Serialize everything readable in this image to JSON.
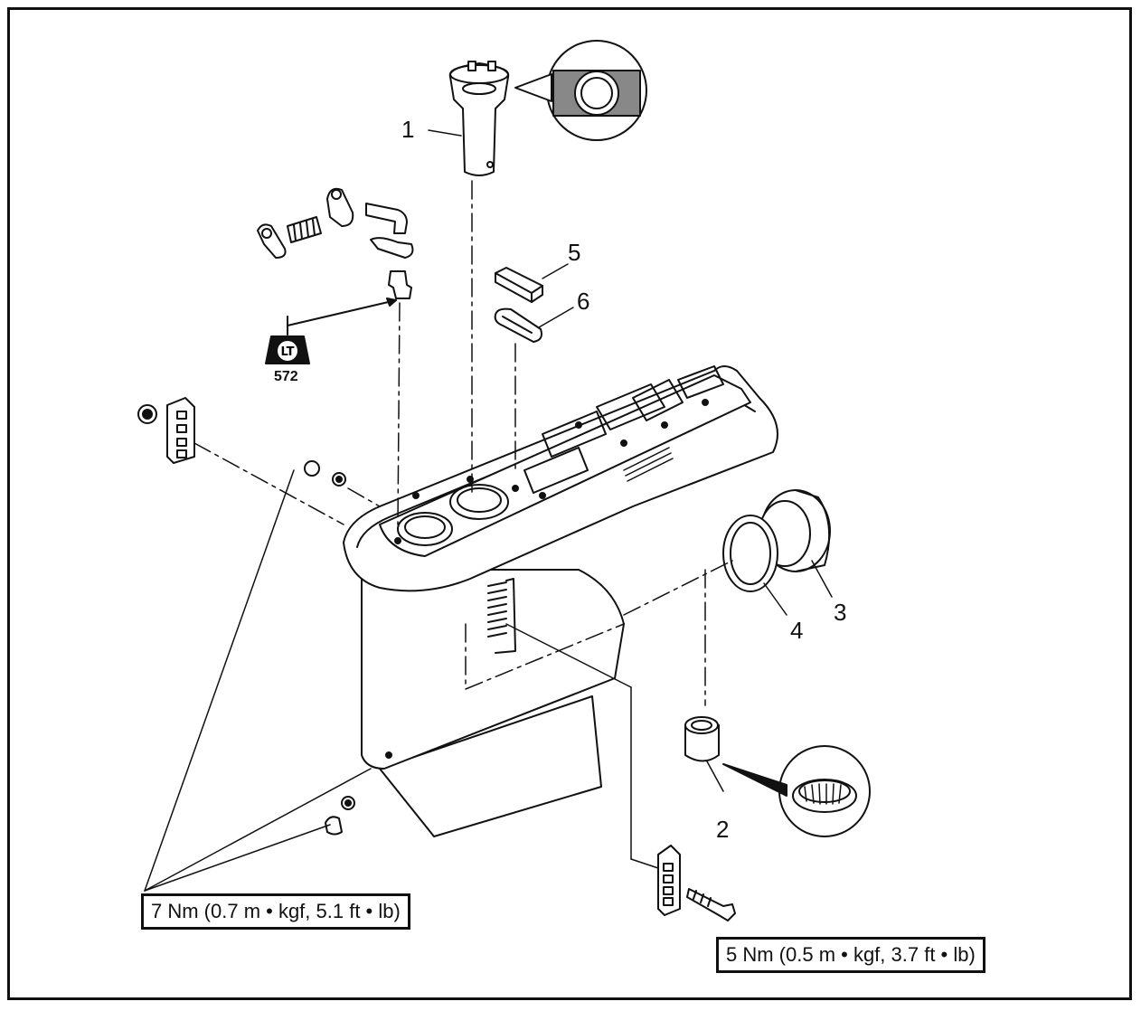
{
  "callouts": [
    "1",
    "2",
    "3",
    "4",
    "5",
    "6"
  ],
  "sealant": {
    "letters": "LT",
    "code": "572"
  },
  "torque_specs": [
    "7 Nm (0.7 m • kgf, 5.1 ft • lb)",
    "5 Nm (0.5 m • kgf, 3.7 ft • lb)"
  ]
}
